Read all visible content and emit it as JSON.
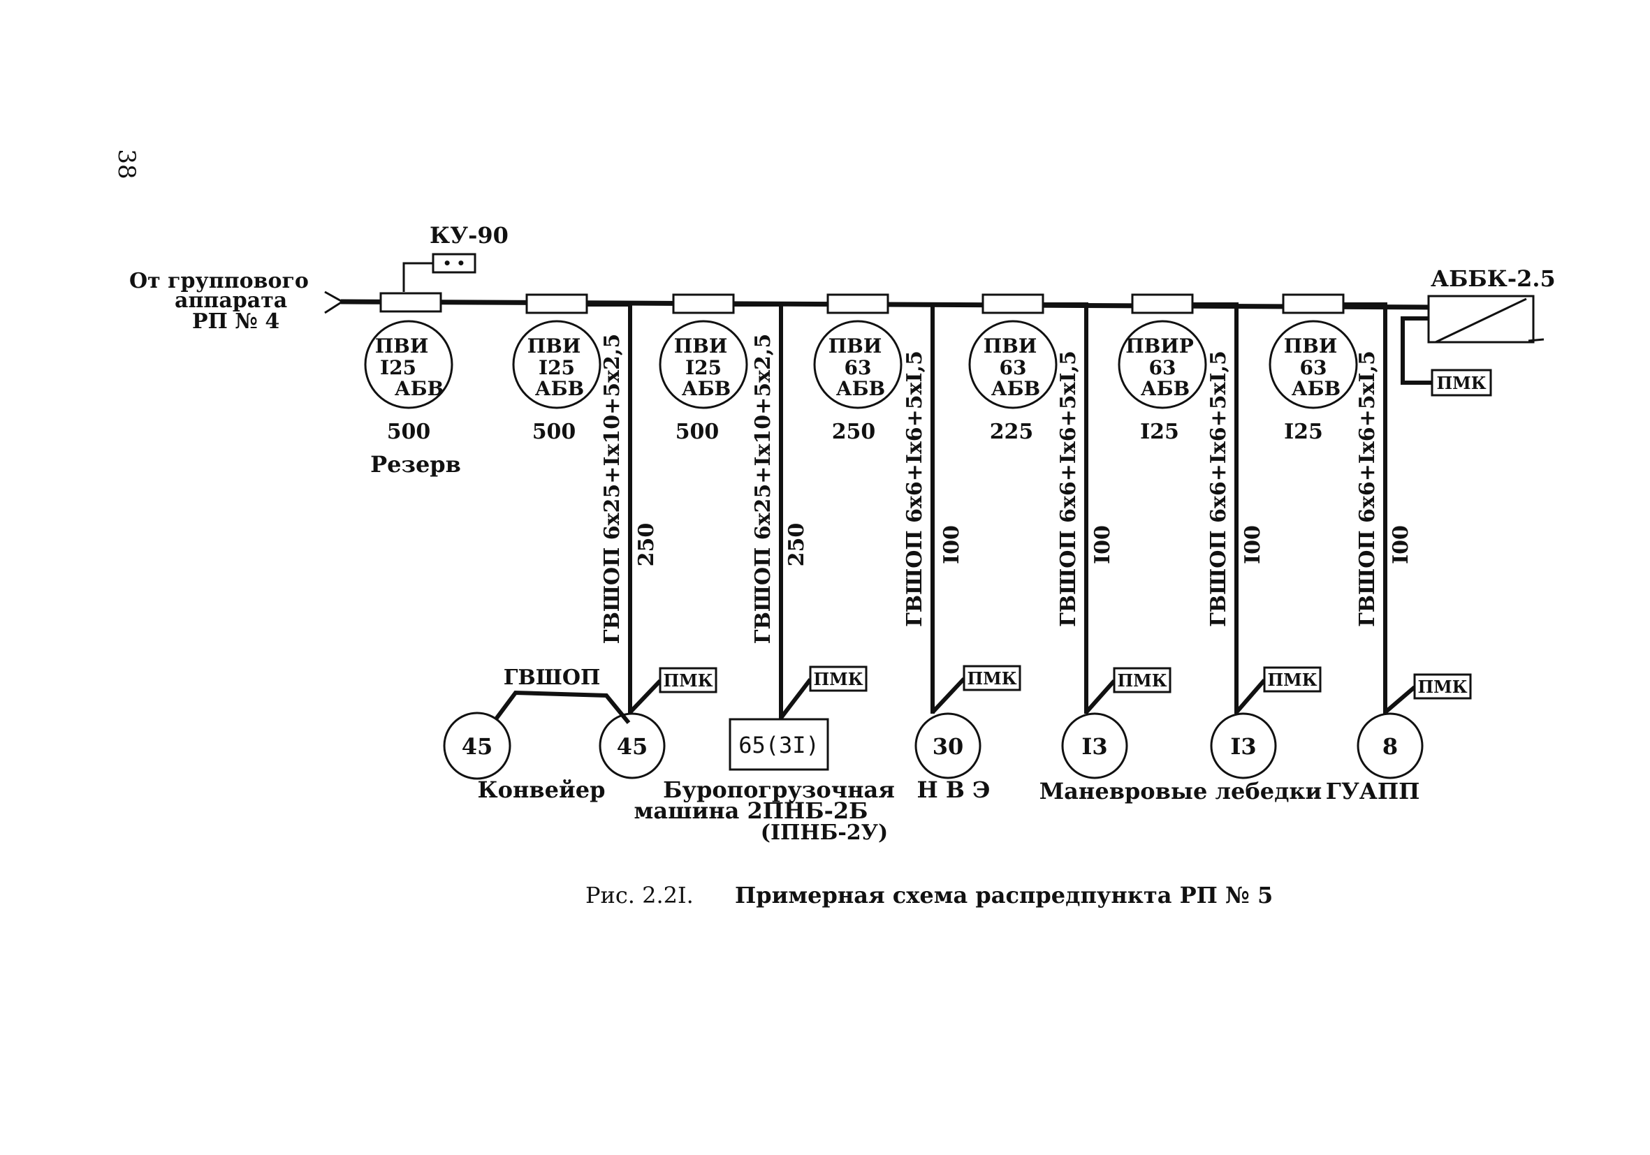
{
  "page_number": "38",
  "source": {
    "label_line1": "От группового",
    "label_line2": "аппарата",
    "label_line3": "РП № 4"
  },
  "ku90": {
    "label": "КУ-90",
    "contacts": "• •"
  },
  "abbk": {
    "label": "АББК-2.5",
    "pmk": "ПМК"
  },
  "reserve": {
    "line1": "ПВИ",
    "line2": "I25",
    "line3": "АБВ",
    "setting": "500",
    "note": "Резерв"
  },
  "feeders": [
    {
      "line1": "ПВИ",
      "line2": "I25",
      "line3": "АБВ",
      "setting": "500",
      "cable": "ГВШОП 6х25+Iх10+5х2,5",
      "length": "250",
      "pmk": "ПМК",
      "load": "45",
      "load_shape": "circle"
    },
    {
      "line1": "ПВИ",
      "line2": "I25",
      "line3": "АБВ",
      "setting": "500",
      "cable": "ГВШОП 6х25+Iх10+5х2,5",
      "length": "250",
      "pmk": "ПМК",
      "load": "65(3I)",
      "load_shape": "box"
    },
    {
      "line1": "ПВИ",
      "line2": "63",
      "line3": "АБВ",
      "setting": "250",
      "cable": "ГВШОП 6х6+Iх6+5хI,5",
      "length": "I00",
      "pmk": "ПМК",
      "load": "30",
      "load_shape": "circle"
    },
    {
      "line1": "ПВИ",
      "line2": "63",
      "line3": "АБВ",
      "setting": "225",
      "cable": "ГВШОП 6х6+Iх6+5хI,5",
      "length": "I00",
      "pmk": "ПМК",
      "load": "I3",
      "load_shape": "circle"
    },
    {
      "line1": "ПВИР",
      "line2": "63",
      "line3": "АБВ",
      "setting": "I25",
      "cable": "ГВШОП 6х6+Iх6+5хI,5",
      "length": "I00",
      "pmk": "ПМК",
      "load": "I3",
      "load_shape": "circle"
    },
    {
      "line1": "ПВИ",
      "line2": "63",
      "line3": "АБВ",
      "setting": "I25",
      "cable": "ГВШОП 6х6+Iх6+5хI,5",
      "length": "I00",
      "pmk": "ПМК",
      "load": "8",
      "load_shape": "circle"
    }
  ],
  "conveyor": {
    "extra_load": "45",
    "link_cable": "ГВШОП"
  },
  "groups": {
    "conveyor": "Конвейер",
    "loader_line1": "Буропогрузочная",
    "loader_line2": "машина 2ПНБ-2Б",
    "loader_line3": "(IПНБ-2У)",
    "nve": "Н В Э",
    "winches": "Маневровые лебедки",
    "guapp": "ГУАПП"
  },
  "caption": {
    "prefix": "Рис. 2.2I.",
    "text": "Примерная схема распредпункта РП № 5"
  }
}
